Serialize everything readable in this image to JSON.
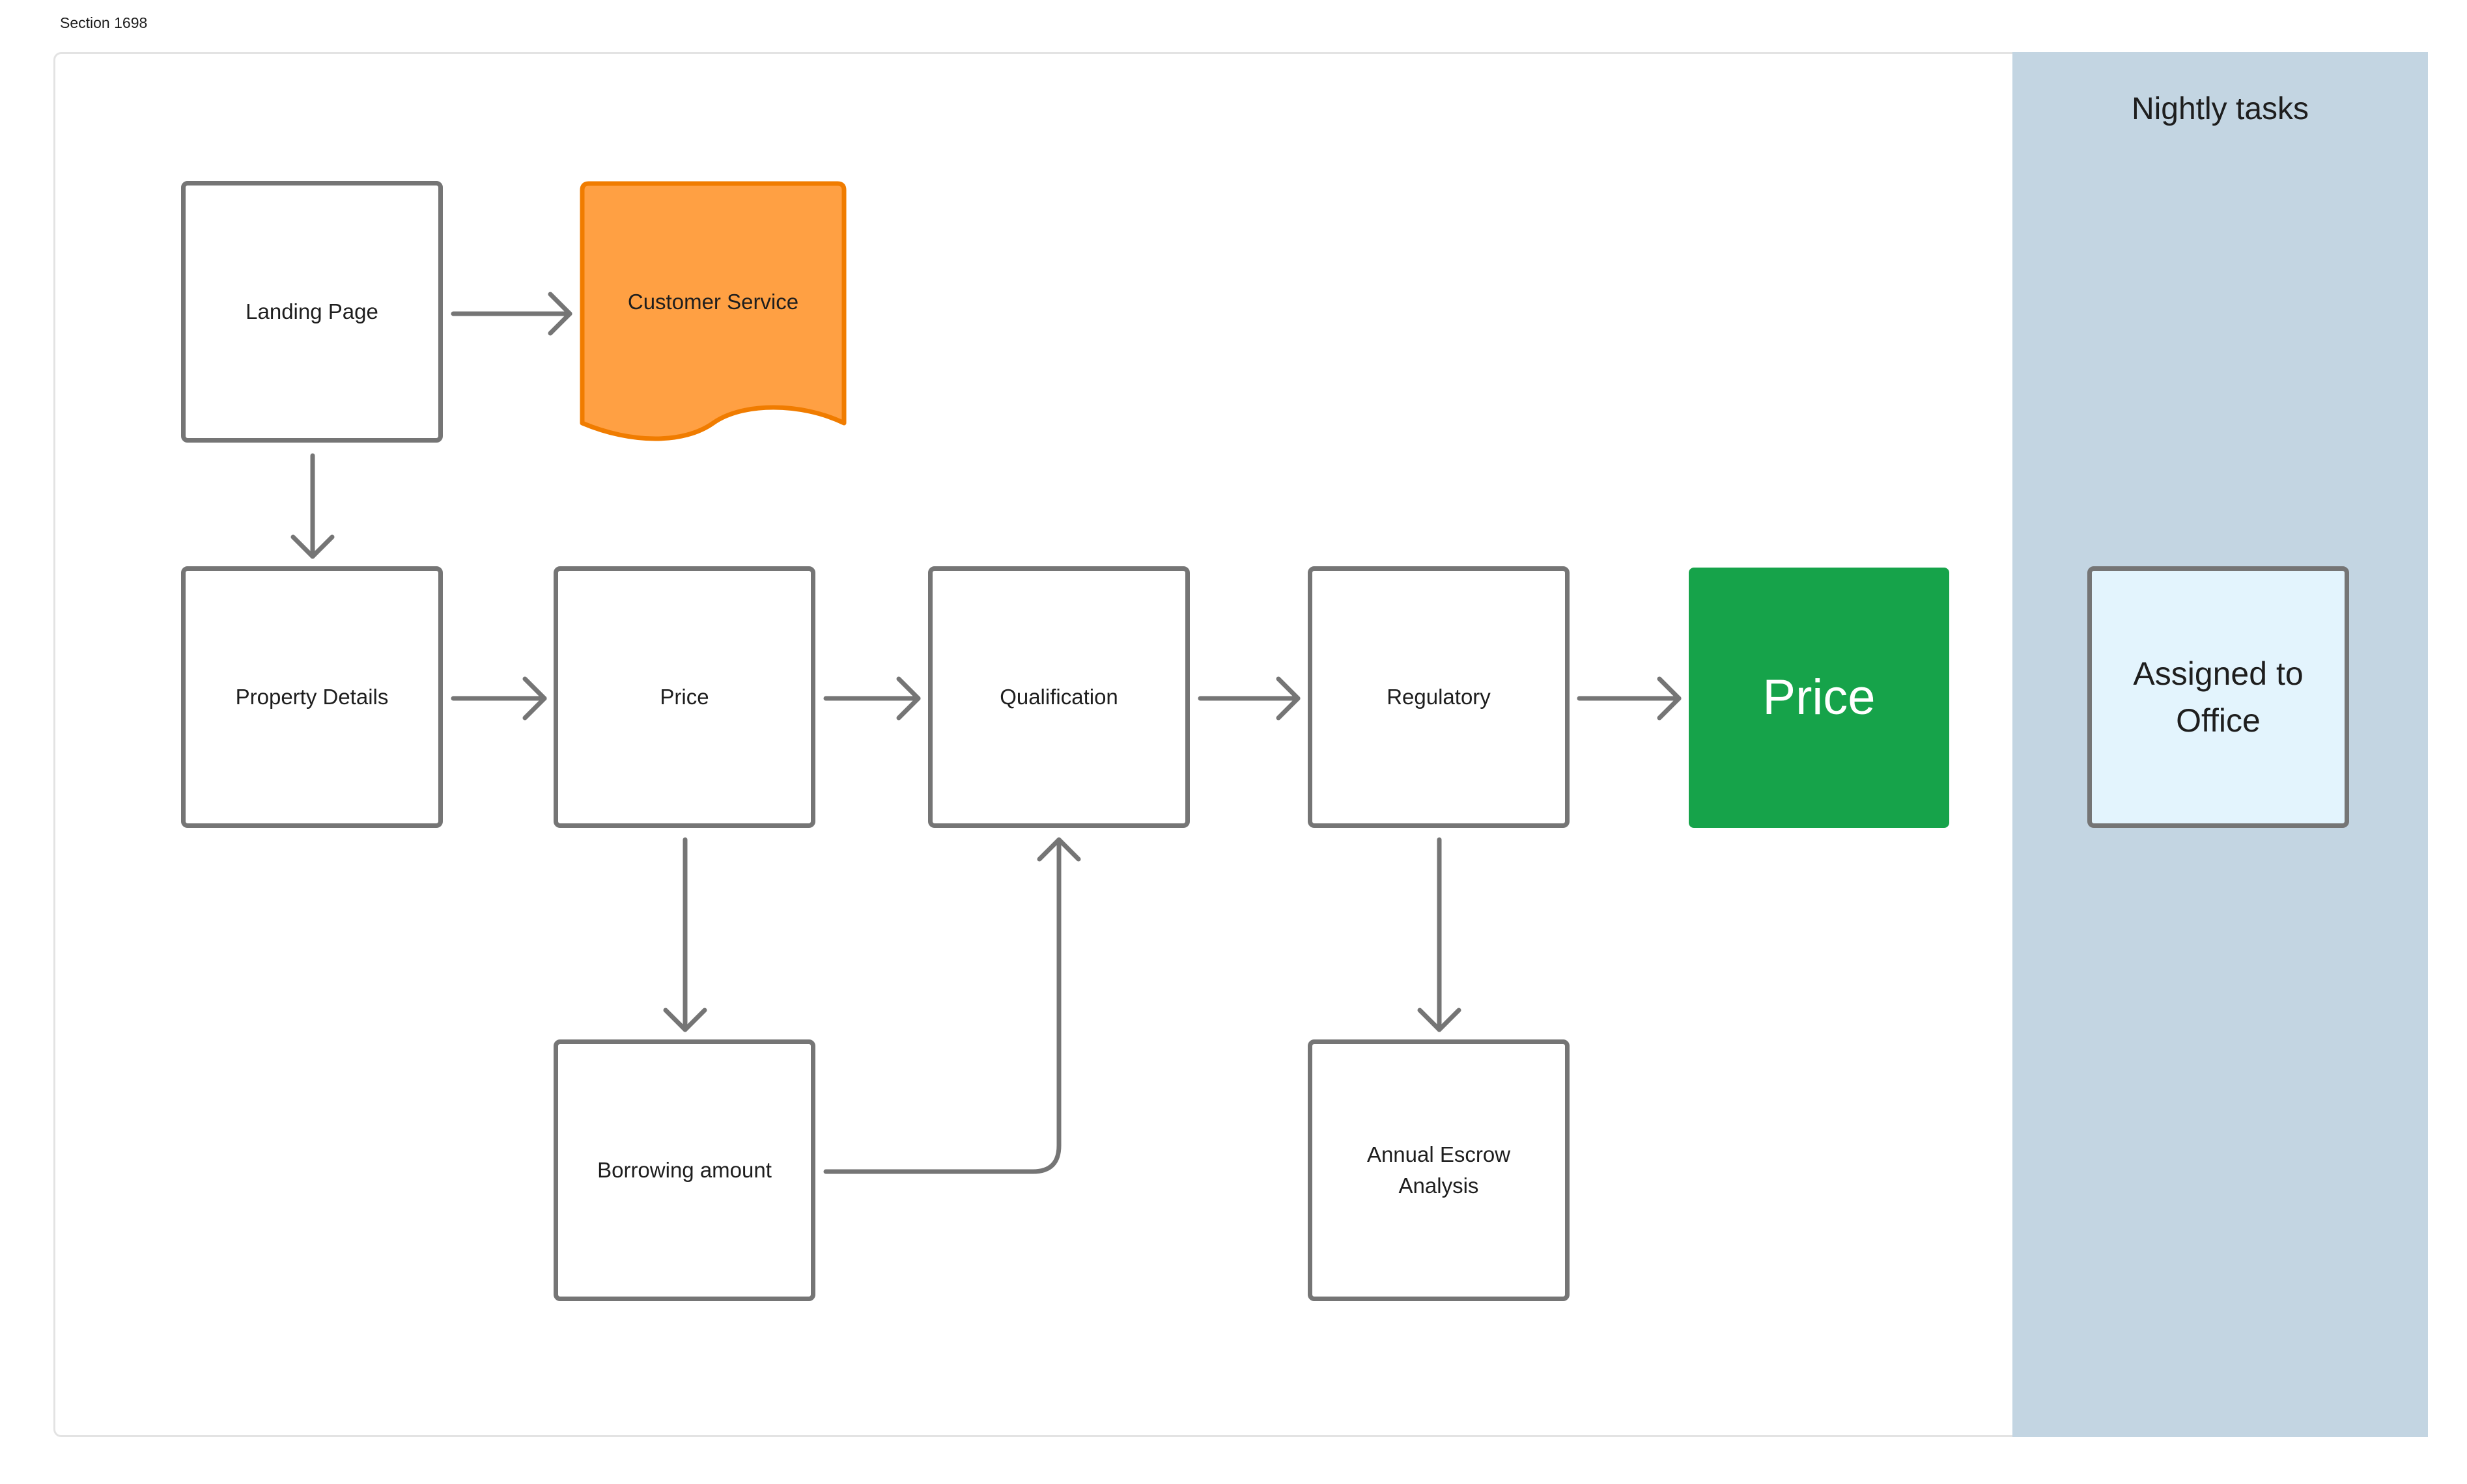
{
  "section": {
    "label": "Section 1698"
  },
  "lane": {
    "title": "Nightly tasks"
  },
  "nodes": {
    "landing_page": "Landing Page",
    "customer_service": "Customer Service",
    "property_details": "Property Details",
    "price": "Price",
    "qualification": "Qualification",
    "regulatory": "Regulatory",
    "price_result": "Price",
    "borrowing_amount": "Borrowing amount",
    "annual_escrow": "Annual Escrow Analysis",
    "assigned_office": "Assigned to Office"
  },
  "colors": {
    "connector": "#757575",
    "border": "#757575",
    "document_fill": "#ffa043",
    "document_border": "#f07c00",
    "result_fill": "#16a34a",
    "lane_fill": "#c3d5e2",
    "lane_box_fill": "#e3f4fd"
  }
}
